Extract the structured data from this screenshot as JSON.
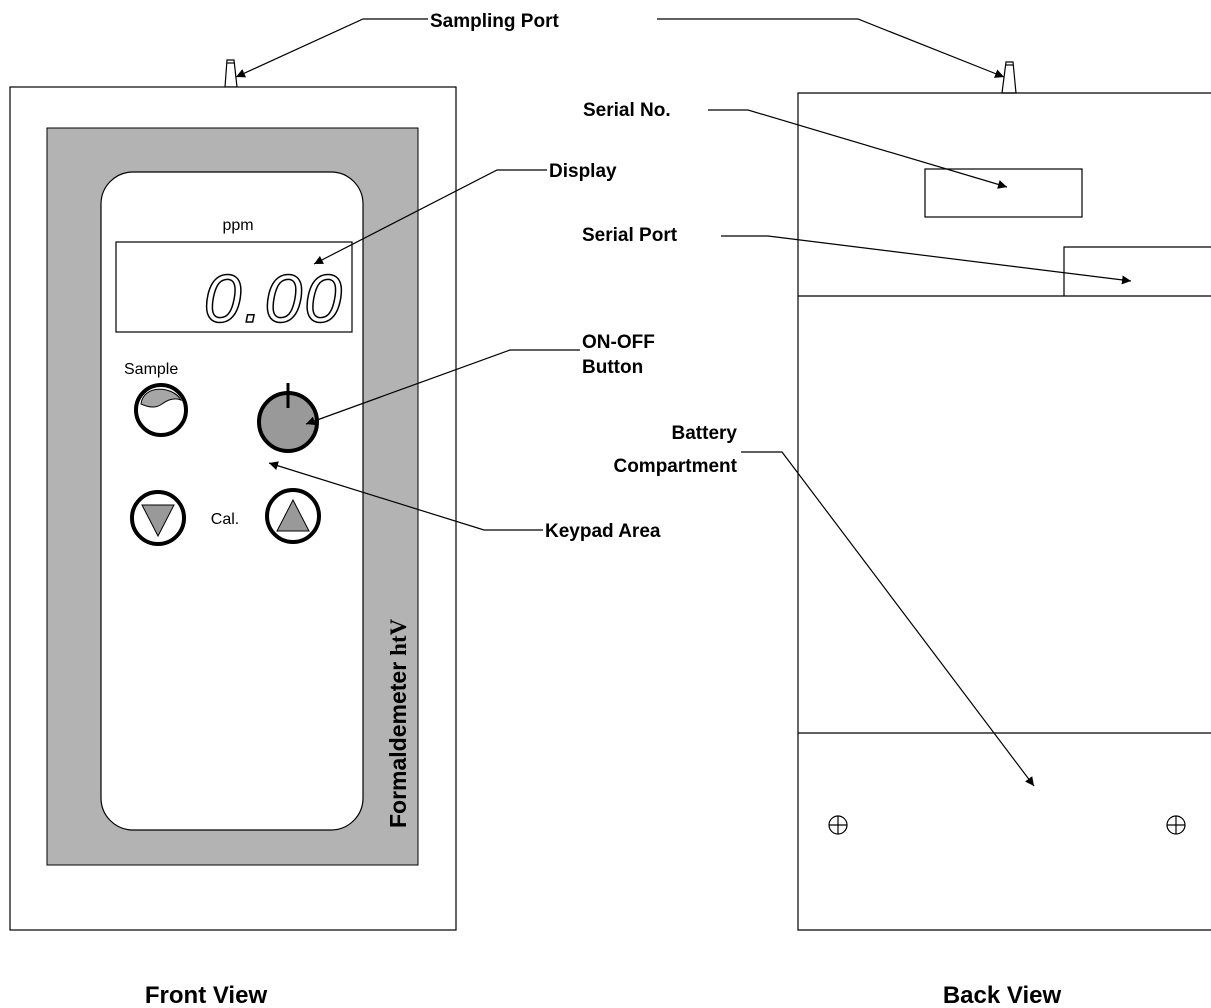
{
  "device": {
    "unit": "ppm",
    "reading": "0.00",
    "brand_name": "Formaldemeter",
    "brand_model": "htV",
    "sample_label": "Sample",
    "cal_label": "Cal."
  },
  "callouts": {
    "sampling_port": "Sampling Port",
    "display": "Display",
    "on_off_line1": "ON-OFF",
    "on_off_line2": "Button",
    "keypad_area": "Keypad Area",
    "serial_no": "Serial No.",
    "serial_port": "Serial Port",
    "battery_line1": "Battery",
    "battery_line2": "Compartment"
  },
  "captions": {
    "front": "Front View",
    "back": "Back View"
  },
  "colors": {
    "panel_gray": "#b3b3b3",
    "button_gray": "#999999",
    "sample_fill": "#a6a6a6",
    "line": "#000000"
  }
}
